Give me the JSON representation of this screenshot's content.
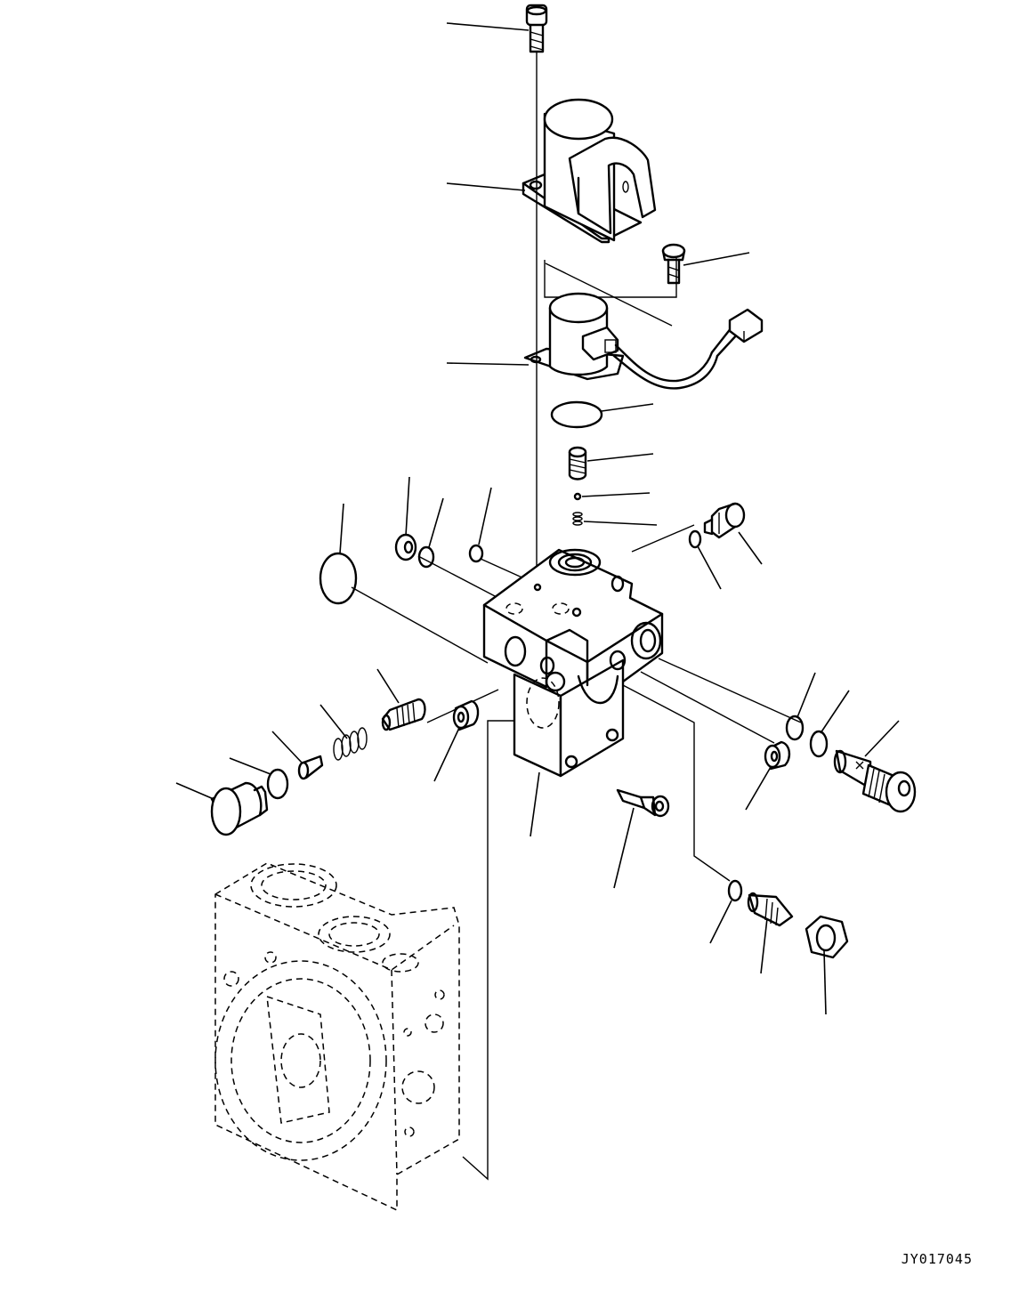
{
  "drawing": {
    "code": "JY017045",
    "background": "#ffffff",
    "line_color": "#000000"
  },
  "parts": [
    {
      "name": "socket-head-bolt"
    },
    {
      "name": "solenoid-cover"
    },
    {
      "name": "cover-screw"
    },
    {
      "name": "solenoid-coil-with-harness"
    },
    {
      "name": "coil-o-ring"
    },
    {
      "name": "spool-cartridge"
    },
    {
      "name": "small-ball"
    },
    {
      "name": "small-spring"
    },
    {
      "name": "valve-block"
    },
    {
      "name": "valve-pilot-plug"
    },
    {
      "name": "block-o-ring-large"
    },
    {
      "name": "seal-washer"
    },
    {
      "name": "o-ring-small"
    },
    {
      "name": "spool-left"
    },
    {
      "name": "spring-left"
    },
    {
      "name": "pin-left"
    },
    {
      "name": "o-ring-left"
    },
    {
      "name": "end-plug"
    },
    {
      "name": "collar-center"
    },
    {
      "name": "relief-valve-right"
    },
    {
      "name": "collar-right"
    },
    {
      "name": "mounting-bolt"
    },
    {
      "name": "adjust-screw"
    },
    {
      "name": "lock-nut"
    },
    {
      "name": "main-valve-housing"
    }
  ]
}
